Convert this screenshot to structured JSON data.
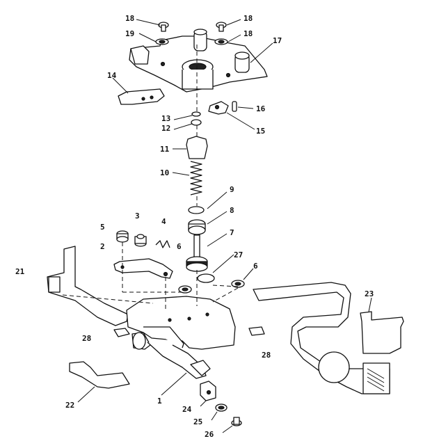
{
  "callouts": [
    {
      "id": "c18a",
      "label": "18"
    },
    {
      "id": "c19",
      "label": "19"
    },
    {
      "id": "c18b",
      "label": "18"
    },
    {
      "id": "c18c",
      "label": "18"
    },
    {
      "id": "c17",
      "label": "17"
    },
    {
      "id": "c14",
      "label": "14"
    },
    {
      "id": "c13",
      "label": "13"
    },
    {
      "id": "c12",
      "label": "12"
    },
    {
      "id": "c16",
      "label": "16"
    },
    {
      "id": "c15",
      "label": "15"
    },
    {
      "id": "c11",
      "label": "11"
    },
    {
      "id": "c10",
      "label": "10"
    },
    {
      "id": "c9",
      "label": "9"
    },
    {
      "id": "c8",
      "label": "8"
    },
    {
      "id": "c7",
      "label": "7"
    },
    {
      "id": "c5",
      "label": "5"
    },
    {
      "id": "c3",
      "label": "3"
    },
    {
      "id": "c4",
      "label": "4"
    },
    {
      "id": "c2",
      "label": "2"
    },
    {
      "id": "c6a",
      "label": "6"
    },
    {
      "id": "c27",
      "label": "27"
    },
    {
      "id": "c6b",
      "label": "6"
    },
    {
      "id": "c21",
      "label": "21"
    },
    {
      "id": "c23",
      "label": "23"
    },
    {
      "id": "c28a",
      "label": "28"
    },
    {
      "id": "c28b",
      "label": "28"
    },
    {
      "id": "c22",
      "label": "22"
    },
    {
      "id": "c1",
      "label": "1"
    },
    {
      "id": "c24",
      "label": "24"
    },
    {
      "id": "c25",
      "label": "25"
    },
    {
      "id": "c26",
      "label": "26"
    }
  ]
}
